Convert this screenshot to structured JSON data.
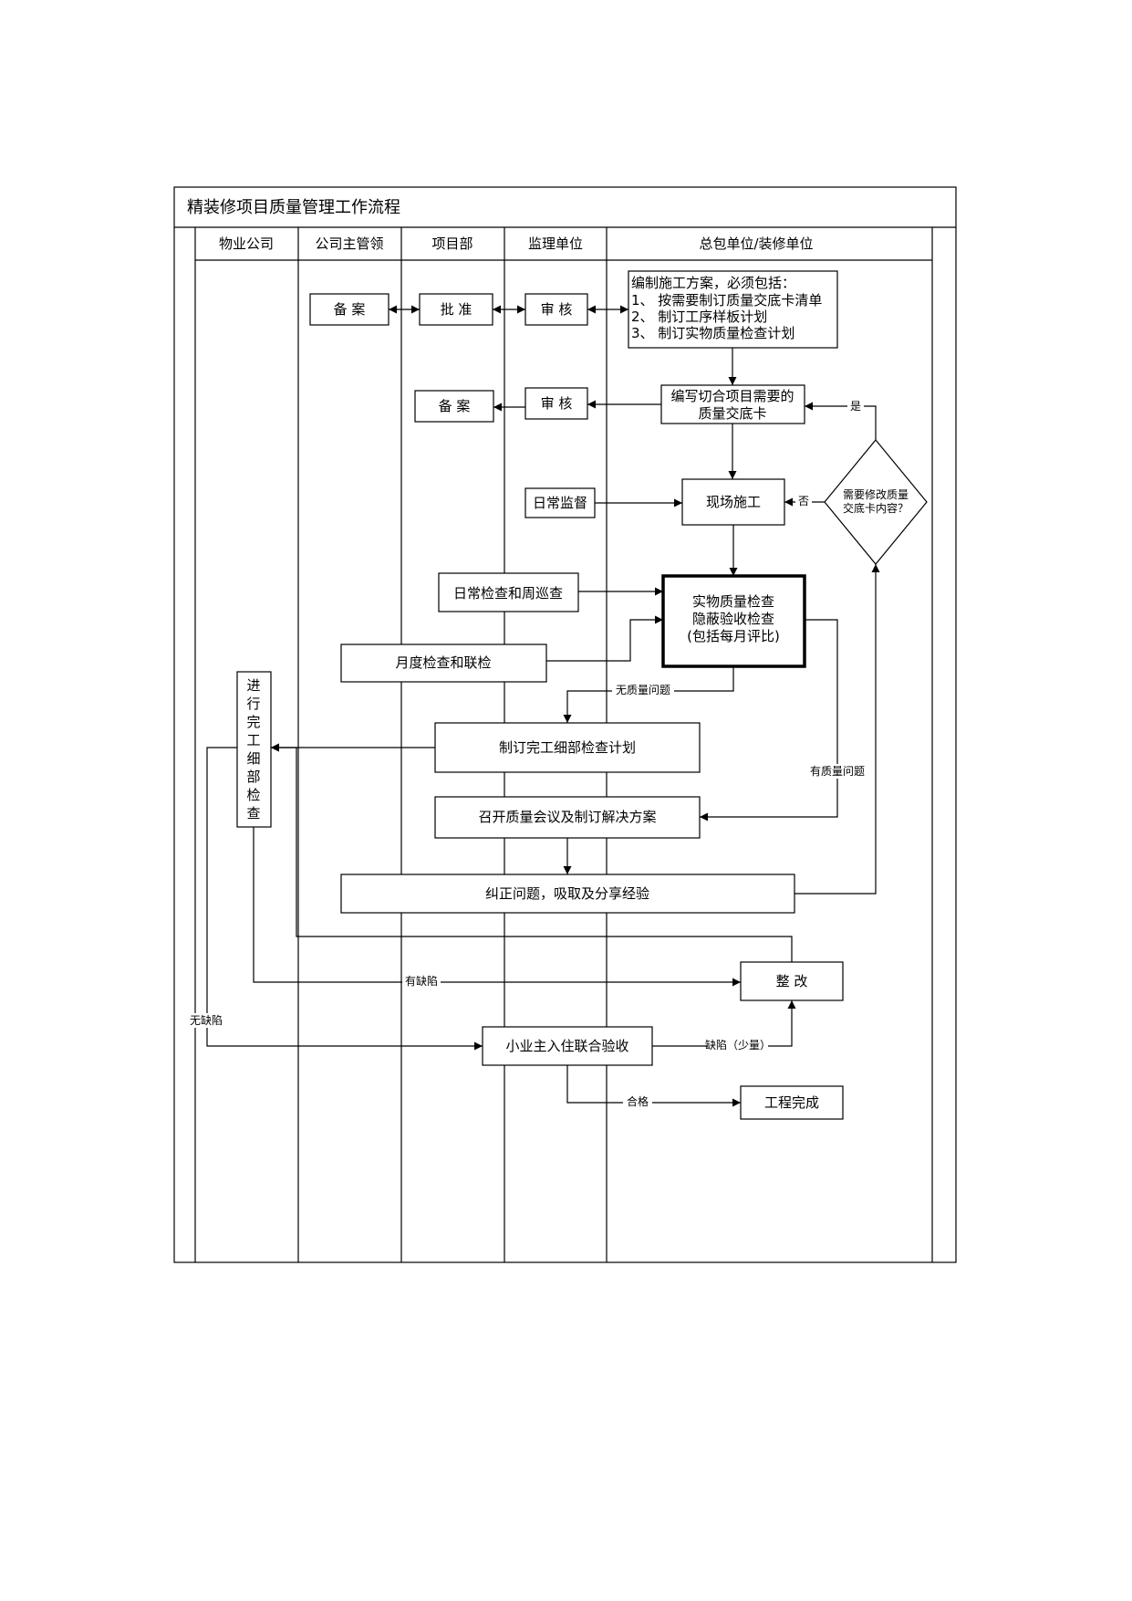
{
  "title": "精装修项目质量管理工作流程",
  "lanes": [
    "物业公司",
    "公司主管领",
    "项目部",
    "监理单位",
    "总包单位/装修单位"
  ],
  "nodes": {
    "plan_title": "编制施工方案，必须包括：",
    "plan_items": [
      "1、 按需要制订质量交底卡清单",
      "2、 制订工序样板计划",
      "3、 制订实物质量检查计划"
    ],
    "record1": "备 案",
    "approve": "批 准",
    "review1": "审 核",
    "card_line1": "编写切合项目需要的",
    "card_line2": "质量交底卡",
    "review2": "审 核",
    "record2": "备 案",
    "daily_supervision": "日常监督",
    "site_construction": "现场施工",
    "decision_line1": "需要修改质量",
    "decision_line2": "交底卡内容？",
    "daily_check": "日常检查和周巡查",
    "inspect_line1": "实物质量检查",
    "inspect_line2": "隐蔽验收检查",
    "inspect_line3": "(包括每月评比)",
    "monthly_check": "月度检查和联检",
    "completion_check_vertical": [
      "进",
      "行",
      "完",
      "工",
      "细",
      "部",
      "检",
      "查"
    ],
    "completion_plan": "制订完工细部检查计划",
    "meeting": "召开质量会议及制订解决方案",
    "correct": "纠正问题，吸取及分享经验",
    "rectify": "整 改",
    "owner_acceptance": "小业主入住联合验收",
    "complete": "工程完成"
  },
  "edge_labels": {
    "yes": "是",
    "no": "否",
    "no_quality_issue": "无质量问题",
    "has_quality_issue": "有质量问题",
    "has_defect": "有缺陷",
    "no_defect": "无缺陷",
    "minor_defect": "缺陷（少量）",
    "qualified": "合格"
  }
}
